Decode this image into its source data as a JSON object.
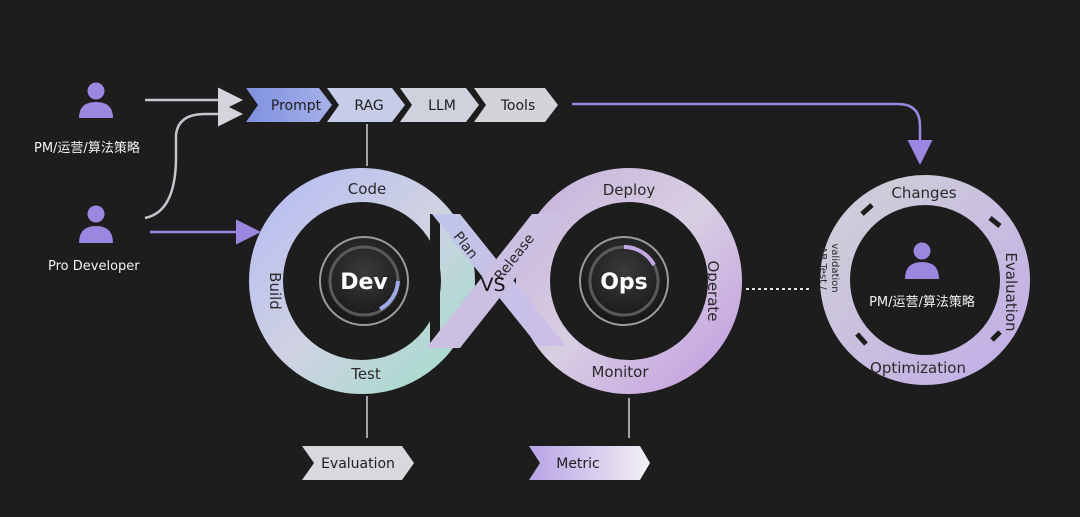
{
  "actors": {
    "pm": "PM/运营/算法策略",
    "dev": "Pro Developer"
  },
  "pipeline": [
    "Prompt",
    "RAG",
    "LLM",
    "Tools"
  ],
  "devops": {
    "dev_hub": "Dev",
    "ops_hub": "Ops",
    "center": "VS",
    "dev_stages": {
      "top": "Code",
      "left": "Build",
      "bottom": "Test"
    },
    "ops_stages": {
      "top": "Deploy",
      "right": "Operate",
      "bottom": "Monitor"
    },
    "cross": {
      "plan": "Plan",
      "release": "Release"
    }
  },
  "outputs": {
    "evaluation": "Evaluation",
    "metrics": "Metric"
  },
  "feedback_loop": {
    "top": "Changes",
    "right": "Evaluation",
    "bottom": "Optimization",
    "left_line1": "AB Test /",
    "left_line2": "validation",
    "center_actor": "PM/运营/算法策略"
  },
  "colors": {
    "background": "#1d1d1d",
    "accent_purple": "#9b86e0",
    "chevron_blue": "#8fa3e6",
    "ring_gray": "#cfcfd6"
  }
}
